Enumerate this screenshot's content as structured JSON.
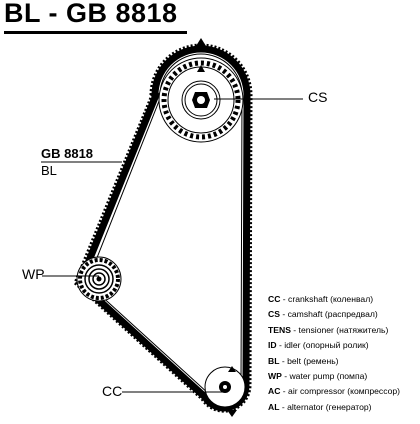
{
  "title": "BL - GB 8818",
  "belt": {
    "code": "GB 8818",
    "type": "BL"
  },
  "labels": {
    "cs": "CS",
    "wp": "WP",
    "cc": "CC"
  },
  "legend": [
    {
      "abbr": "CC",
      "text": " - crankshaft (коленвал)"
    },
    {
      "abbr": "CS",
      "text": " - camshaft (распредвал)"
    },
    {
      "abbr": "TENS",
      "text": " - tensioner (натяжитель)"
    },
    {
      "abbr": "ID",
      "text": " - idler (опорный ролик)"
    },
    {
      "abbr": "BL",
      "text": " - belt (ремень)"
    },
    {
      "abbr": "WP",
      "text": " - water pump (помпа)"
    },
    {
      "abbr": "AC",
      "text": " - air compressor (компрессор)"
    },
    {
      "abbr": "AL",
      "text": " - alternator (генератор)"
    }
  ]
}
